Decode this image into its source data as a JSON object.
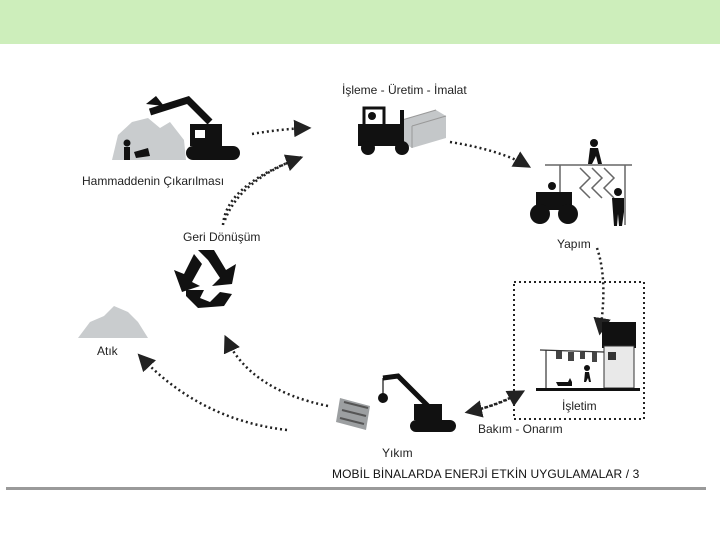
{
  "header": {
    "color": "#cdeebb"
  },
  "stages": {
    "raw": "Hammaddenin Çıkarılması",
    "processing": "İşleme -  Üretim - İmalat",
    "construction": "Yapım",
    "operation": "İşletim",
    "maintenance": "Bakım - Onarım",
    "demolition": "Yıkım",
    "waste": "Atık",
    "recycling": "Geri Dönüşüm"
  },
  "footer": {
    "text": "MOBİL BİNALARDA ENERJİ ETKİN UYGULAMALAR / 3"
  }
}
